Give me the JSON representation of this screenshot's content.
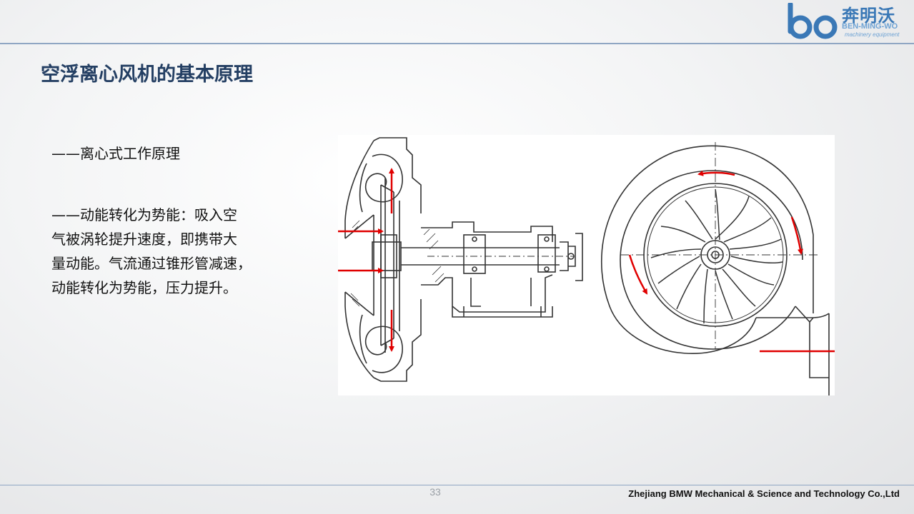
{
  "header": {
    "logo": {
      "cn_text": "奔明沃",
      "en_text": "BEN-MING-WO",
      "tagline": "machinery equipment",
      "brand_color": "#3a78b6"
    }
  },
  "slide": {
    "title": "空浮离心风机的基本原理",
    "subhead": "——离心式工作原理",
    "body_lines": [
      "——动能转化为势能：吸入空",
      "气被涡轮提升速度，即携带大",
      "量动能。气流通过锥形管减速，",
      "动能转化为势能，压力提升。"
    ],
    "figure": {
      "icon": "centrifugal-blower-cross-section-drawing",
      "arrow_color": "#e00000"
    }
  },
  "footer": {
    "page_number": "33",
    "company": "Zhejiang BMW Mechanical & Science and Technology Co.,Ltd"
  }
}
